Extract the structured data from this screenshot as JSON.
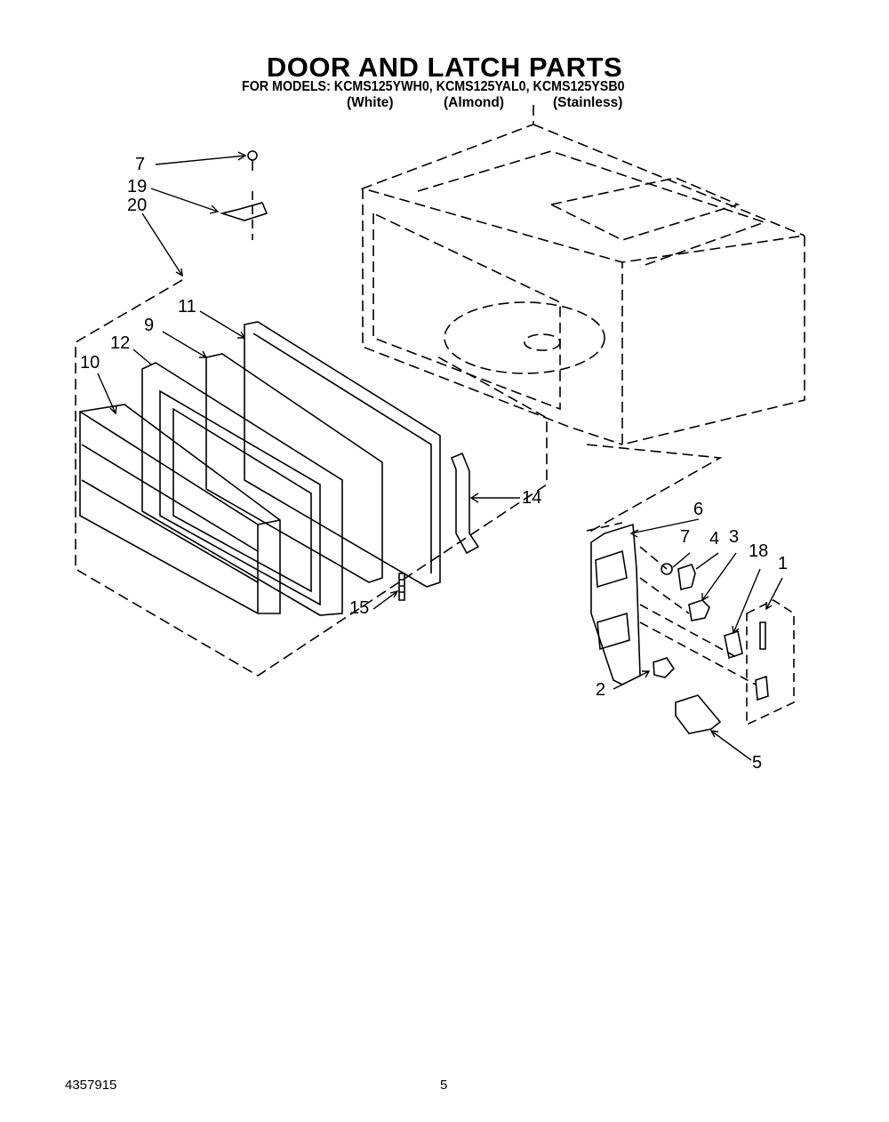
{
  "header": {
    "title": "DOOR AND LATCH PARTS",
    "models_line": "FOR MODELS: KCMS125YWH0, KCMS125YAL0, KCMS125YSB0",
    "finishes": [
      "(White)",
      "(Almond)",
      "(Stainless)"
    ]
  },
  "callouts": {
    "screw_top": "7",
    "bracket": "19",
    "door_assembly": "20",
    "choke": "11",
    "window": "9",
    "frame": "12",
    "door_panel": "10",
    "hinge_bar": "14",
    "spring": "15",
    "latch_bracket": "6",
    "screw_latch": "7",
    "switch_4": "4",
    "switch_3": "3",
    "switch_18": "18",
    "switch_assembly": "1",
    "lever": "2",
    "cover": "5"
  },
  "footer": {
    "doc_number": "4357915",
    "page_number": "5"
  }
}
